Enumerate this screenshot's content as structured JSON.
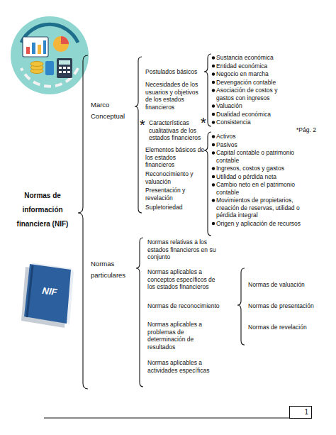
{
  "diagram": {
    "nodes": [
      {
        "text": [
          "1"
        ]
      }
    ],
    "labels": [
      "Normas de información financiera (NIF)",
      "NIF",
      "Marco Conceptual",
      "Postulados básicos",
      "Necesidades de los usuarios y objetivos de los estados financieros",
      "*",
      "Características cualitativas de los estados financieros",
      "*",
      "Elementos básicos de los estados financieros",
      "Reconocimiento y valuación",
      "Presentación y revelación",
      "Supletoriedad",
      "Sustancia económica",
      "Entidad económica",
      "Negocio en marcha",
      "Devengación contable",
      "Asociación de costos y gastos con ingresos",
      "Valuación",
      "Dualidad económica",
      "Consistencia",
      "*Pág. 2",
      "Activos",
      "Pasivos",
      "Capital contable o patrimonio contable",
      "Ingresos, costos y gastos",
      "Utilidad o pérdida neta",
      "Cambio neto en el patrimonio contable",
      "Movimientos de propietarios, creación de reservas, utilidad o pérdida integral",
      "Origen y aplicación de recursos",
      "Normas particulares",
      "Normas relativas a los estados financieros en su conjunto",
      "Normas aplicables a conceptos específicos de los estados financieros",
      "Normas de reconocimiento",
      "Normas aplicables a problemas de determinación de resultados",
      "Normas aplicables a actividades específicas",
      "Normas de valuación",
      "Normas de presentación",
      "Normas de revelación"
    ]
  }
}
